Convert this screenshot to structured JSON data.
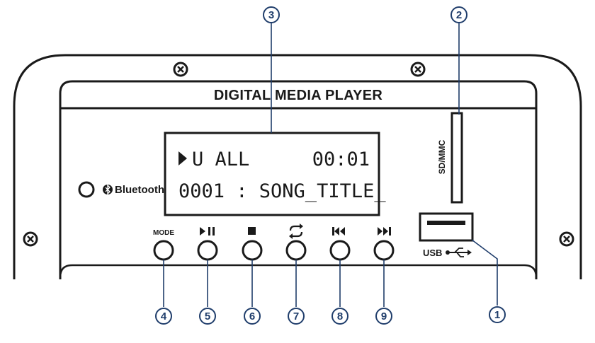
{
  "panel": {
    "title": "DIGITAL MEDIA PLAYER"
  },
  "display": {
    "line1_mode": "U ALL",
    "line1_time": "00:01",
    "line2_track": "0001 : SONG_TITLE_"
  },
  "bluetooth": {
    "label": "Bluetooth",
    "icon": "bluetooth-icon"
  },
  "slots": {
    "sd_label": "SD/MMC",
    "usb_label": "USB"
  },
  "buttons": [
    {
      "id": "mode",
      "label": "MODE",
      "icon": ""
    },
    {
      "id": "play-pause",
      "label": "",
      "icon": "play-pause-icon"
    },
    {
      "id": "stop",
      "label": "",
      "icon": "stop-icon"
    },
    {
      "id": "repeat",
      "label": "",
      "icon": "repeat-icon"
    },
    {
      "id": "previous",
      "label": "",
      "icon": "previous-icon"
    },
    {
      "id": "next",
      "label": "",
      "icon": "next-icon"
    }
  ],
  "callouts": [
    "1",
    "2",
    "3",
    "4",
    "5",
    "6",
    "7",
    "8",
    "9"
  ],
  "colors": {
    "callout": "#1f3d6b",
    "ink": "#1a1a1a"
  }
}
